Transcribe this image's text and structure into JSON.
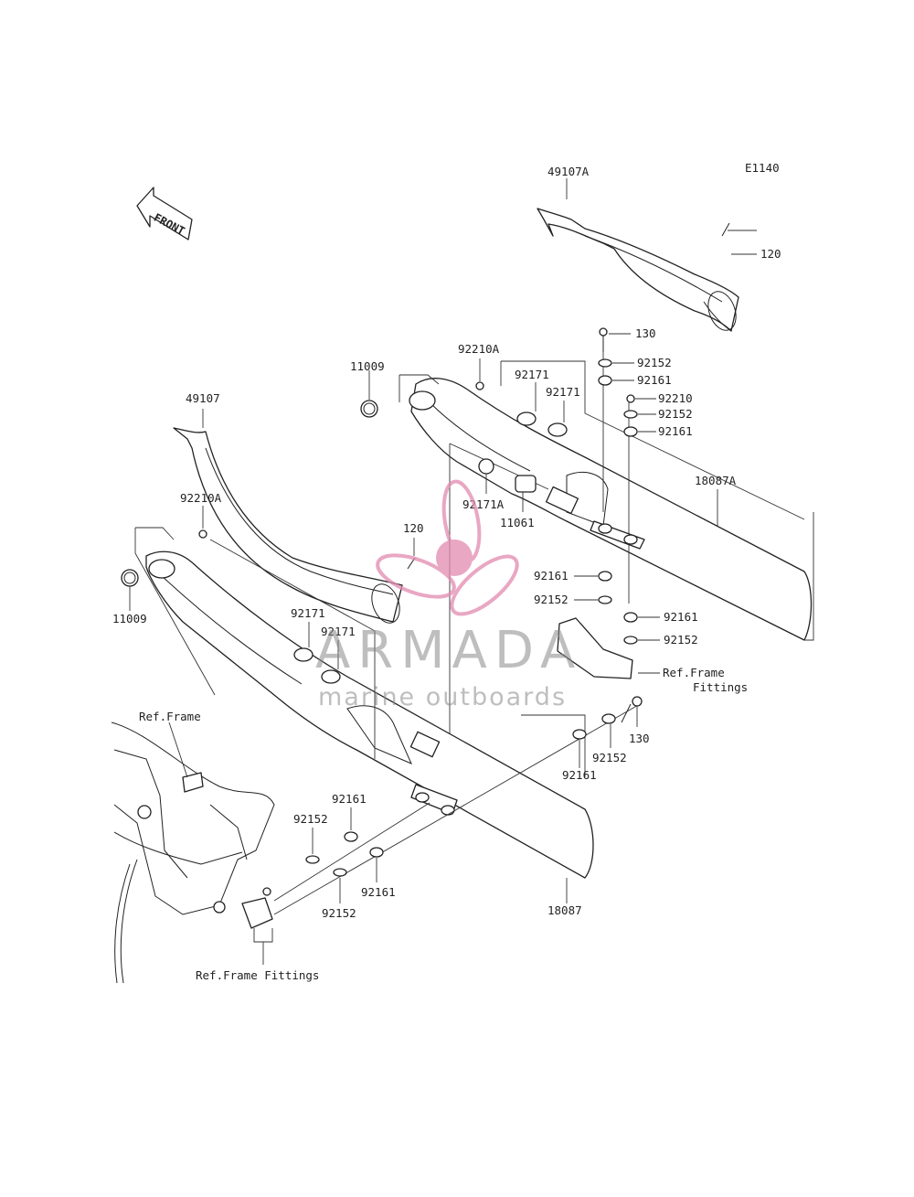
{
  "diagram_code": "E1140",
  "front_label": "FRONT",
  "watermark": {
    "brand": "ARMADA",
    "tagline": "marine outboards",
    "accent_color": "#e28ab0",
    "text_color": "#8a8a8a"
  },
  "labels": {
    "p49107A": "49107A",
    "p120_top": "120",
    "p130_top": "130",
    "p92152_a": "92152",
    "p92161_a": "92161",
    "p92210": "92210",
    "p92152_b": "92152",
    "p92161_b": "92161",
    "p92210A_top": "92210A",
    "p11009_top": "11009",
    "p92171_a": "92171",
    "p92171_b": "92171",
    "p18087A": "18087A",
    "p49107": "49107",
    "p92171A": "92171A",
    "p11061": "11061",
    "p92210A_left": "92210A",
    "p120_mid": "120",
    "p11009_left": "11009",
    "p92161_c": "92161",
    "p92152_c": "92152",
    "p92161_d": "92161",
    "p92152_d": "92152",
    "ref_frame_fittings_right_1": "Ref.Frame",
    "ref_frame_fittings_right_2": "Fittings",
    "p92171_c": "92171",
    "p92171_d": "92171",
    "ref_frame": "Ref.Frame",
    "p130_low": "130",
    "p92152_e": "92152",
    "p92161_e": "92161",
    "p92161_f": "92161",
    "p92152_f": "92152",
    "p92152_g": "92152",
    "p92161_g": "92161",
    "p18087": "18087",
    "ref_frame_fittings_left": "Ref.Frame Fittings"
  }
}
